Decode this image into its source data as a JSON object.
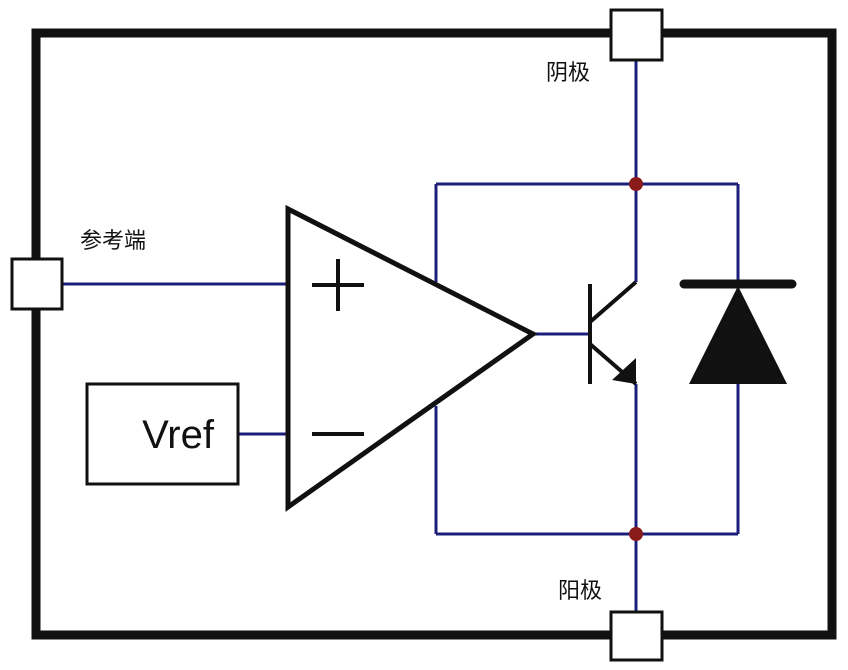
{
  "labels": {
    "cathode": "阴极",
    "reference": "参考端",
    "anode": "阳极",
    "vref": "Vref"
  },
  "colors": {
    "outline": "#111111",
    "wire": "#1b1f7a",
    "node": "#8b1a1a",
    "background": "#ffffff"
  }
}
